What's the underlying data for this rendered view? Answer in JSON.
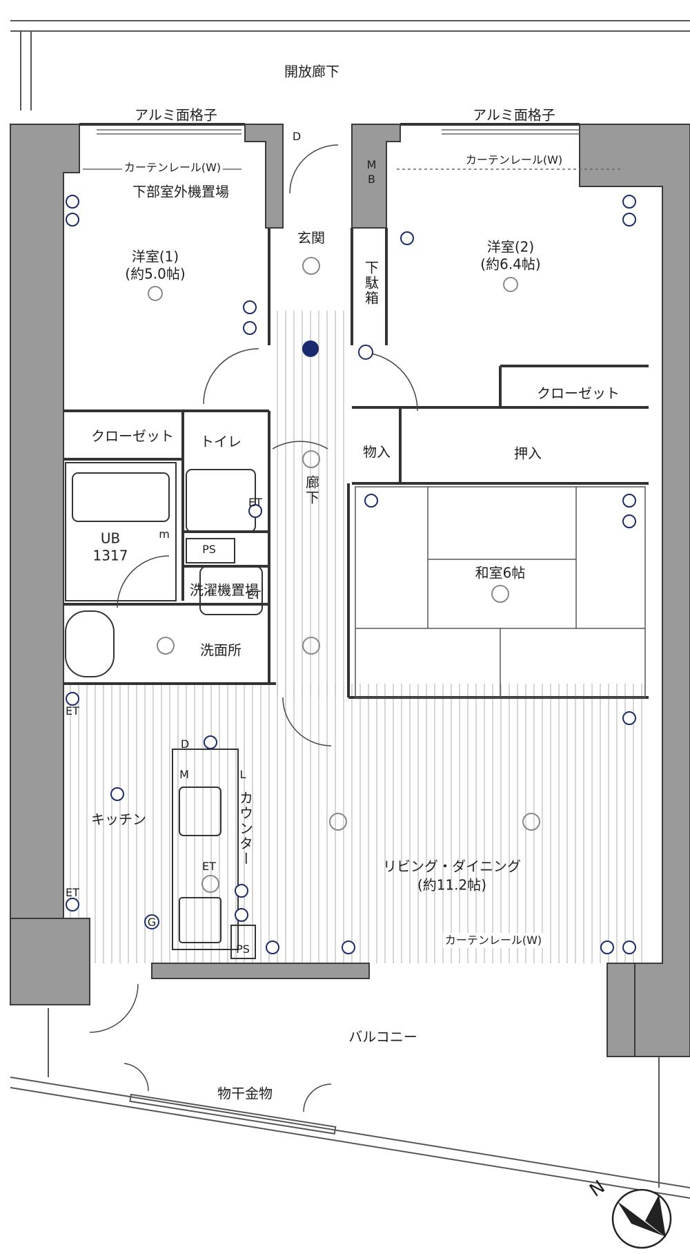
{
  "labels": {
    "corridor_open": "開放廊下",
    "grille_left": "アルミ面格子",
    "grille_right": "アルミ面格子",
    "curtain_rail_left": "カーテンレール(W)",
    "curtain_rail_right": "カーテンレール(W)",
    "outdoor_unit": "下部室外機置場",
    "room1_name": "洋室(1)",
    "room1_size": "(約5.0帖)",
    "room2_name": "洋室(2)",
    "room2_size": "(約6.4帖)",
    "entrance": "玄関",
    "shoe_box": "下駄箱",
    "mb": "MB",
    "door_d_top": "D",
    "closet_left": "クローゼット",
    "closet_right": "クローゼット",
    "toilet": "トイレ",
    "storage": "物入",
    "oshiire": "押入",
    "hallway": "廊下",
    "ub": "UB",
    "ub_size": "1317",
    "m_small": "m",
    "ps_upper": "PS",
    "et_toilet": "ET",
    "laundry": "洗濯機置場",
    "et_laundry": "ET",
    "washroom": "洗面所",
    "washitsu": "和室6帖",
    "kitchen": "キッチン",
    "counter": "カウンター",
    "m_kitchen": "M",
    "l_kitchen": "L",
    "d_kitchen": "D",
    "g_symbol": "G",
    "et_kitchen_top": "ET",
    "et_kitchen_mid": "ET",
    "et_kitchen_low": "ET",
    "ps_lower": "PS",
    "living_name": "リビング・ダイニング",
    "living_size": "(約11.2帖)",
    "curtain_rail_lower": "カーテンレール(W)",
    "balcony": "バルコニー",
    "drying": "物干金物",
    "north": "N"
  },
  "colors": {
    "wall": "#9a9a9a",
    "wall_stroke": "#3a3a3a",
    "line": "#333333",
    "symbol": "#1a2a6e",
    "floor_hatch": "#b9b9b9"
  }
}
